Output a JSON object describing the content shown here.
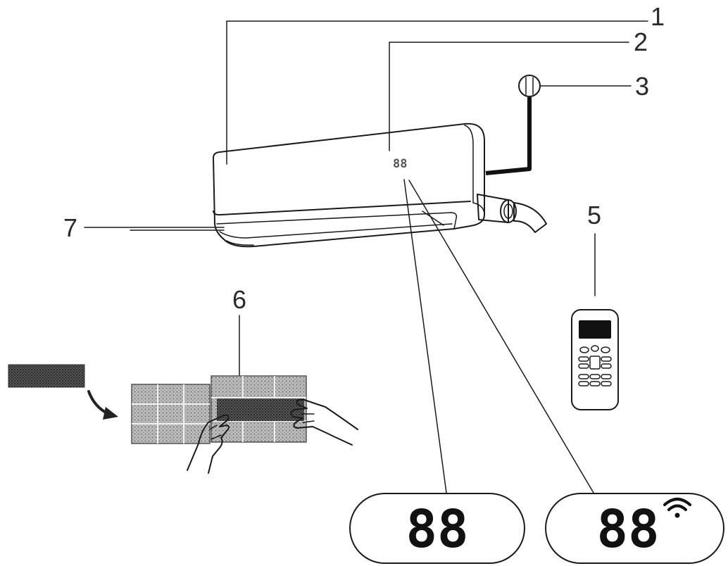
{
  "callouts": {
    "c1": "1",
    "c2": "2",
    "c3": "3",
    "c5": "5",
    "c6": "6",
    "c7": "7"
  },
  "unit": {
    "display": "88"
  },
  "displays": {
    "standard": {
      "digits": "88"
    },
    "wifi": {
      "digits": "88",
      "icon": "wifi-icon"
    }
  },
  "colors": {
    "line": "#1a1a1a",
    "filter": "#8c8c8c",
    "filter_dark": "#3a3a3a"
  }
}
